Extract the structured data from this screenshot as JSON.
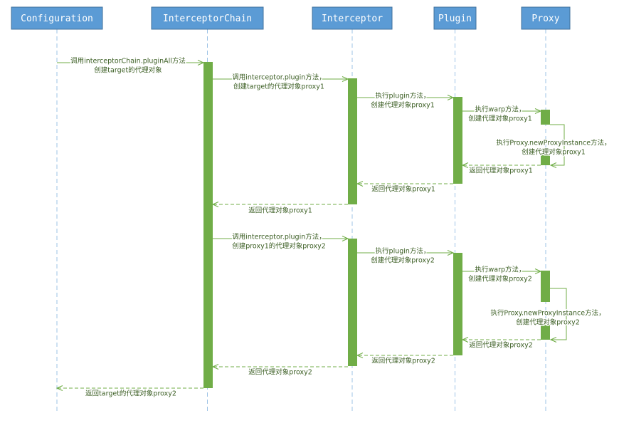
{
  "colors": {
    "header_fill": "#5b9bd5",
    "header_stroke": "#41719c",
    "header_text": "#ffffff",
    "lifeline": "#9dc3e6",
    "activation": "#70ad47",
    "message": "#70ad47",
    "message_text": "#3b5e23"
  },
  "participants": [
    {
      "id": "configuration",
      "label": "Configuration"
    },
    {
      "id": "interceptor-chain",
      "label": "InterceptorChain"
    },
    {
      "id": "interceptor",
      "label": "Interceptor"
    },
    {
      "id": "plugin",
      "label": "Plugin"
    },
    {
      "id": "proxy",
      "label": "Proxy"
    }
  ],
  "messages": [
    {
      "from": "configuration",
      "to": "interceptor-chain",
      "kind": "call",
      "lines": [
        "调用interceptorChain.pluginAll方法",
        "创建target的代理对象"
      ]
    },
    {
      "from": "interceptor-chain",
      "to": "interceptor",
      "kind": "call",
      "lines": [
        "调用interceptor.plugin方法，",
        "创建target的代理对象proxy1"
      ]
    },
    {
      "from": "interceptor",
      "to": "plugin",
      "kind": "call",
      "lines": [
        "执行plugin方法，",
        "创建代理对象proxy1"
      ]
    },
    {
      "from": "plugin",
      "to": "proxy",
      "kind": "call",
      "lines": [
        "执行warp方法，",
        "创建代理对象proxy1"
      ]
    },
    {
      "from": "proxy",
      "to": "proxy",
      "kind": "self",
      "lines": [
        "执行Proxy.newProxyInstance方法，",
        "创建代理对象proxy1"
      ]
    },
    {
      "from": "proxy",
      "to": "plugin",
      "kind": "return",
      "lines": [
        "返回代理对象proxy1"
      ]
    },
    {
      "from": "plugin",
      "to": "interceptor",
      "kind": "return",
      "lines": [
        "返回代理对象proxy1"
      ]
    },
    {
      "from": "interceptor",
      "to": "interceptor-chain",
      "kind": "return",
      "lines": [
        "返回代理对象proxy1"
      ]
    },
    {
      "from": "interceptor-chain",
      "to": "interceptor",
      "kind": "call",
      "lines": [
        "调用interceptor.plugin方法，",
        "创建proxy1的代理对象proxy2"
      ]
    },
    {
      "from": "interceptor",
      "to": "plugin",
      "kind": "call",
      "lines": [
        "执行plugin方法，",
        "创建代理对象proxy2"
      ]
    },
    {
      "from": "plugin",
      "to": "proxy",
      "kind": "call",
      "lines": [
        "执行warp方法，",
        "创建代理对象proxy2"
      ]
    },
    {
      "from": "proxy",
      "to": "proxy",
      "kind": "self",
      "lines": [
        "执行Proxy.newProxyInstance方法，",
        "创建代理对象proxy2"
      ]
    },
    {
      "from": "proxy",
      "to": "plugin",
      "kind": "return",
      "lines": [
        "返回代理对象proxy2"
      ]
    },
    {
      "from": "plugin",
      "to": "interceptor",
      "kind": "return",
      "lines": [
        "返回代理对象proxy2"
      ]
    },
    {
      "from": "interceptor",
      "to": "interceptor-chain",
      "kind": "return",
      "lines": [
        "返回代理对象proxy2"
      ]
    },
    {
      "from": "interceptor-chain",
      "to": "configuration",
      "kind": "return",
      "lines": [
        "返回target的代理对象proxy2"
      ]
    }
  ]
}
